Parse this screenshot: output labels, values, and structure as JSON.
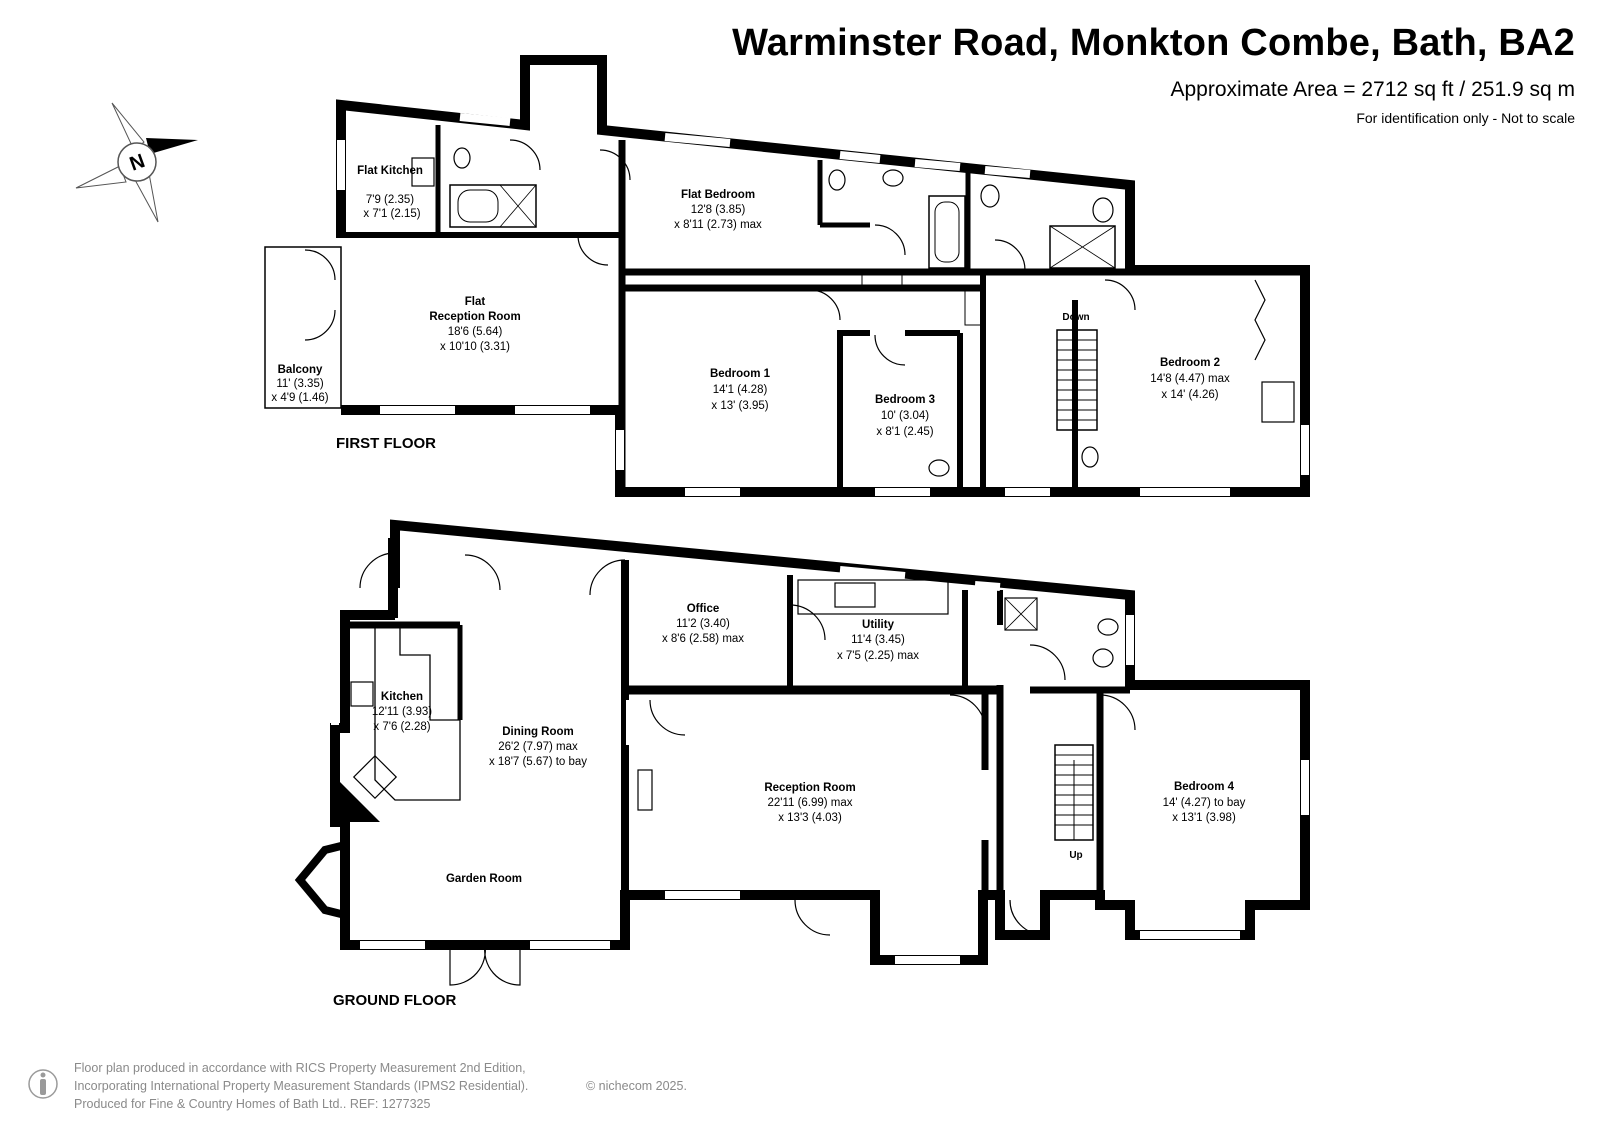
{
  "header": {
    "title": "Warminster Road, Monkton Combe, Bath, BA2",
    "area": "Approximate Area = 2712 sq ft / 251.9 sq m",
    "note": "For identification only - Not to scale"
  },
  "compass": {
    "label": "N"
  },
  "floors": {
    "first": "FIRST FLOOR",
    "ground": "GROUND FLOOR"
  },
  "rooms": {
    "flat_kitchen": {
      "name": "Flat Kitchen",
      "line1": "7'9 (2.35)",
      "line2": "x 7'1 (2.15)"
    },
    "flat_bedroom": {
      "name": "Flat Bedroom",
      "line1": "12'8 (3.85)",
      "line2": "x 8'11 (2.73) max"
    },
    "flat_reception": {
      "name1": "Flat",
      "name2": "Reception Room",
      "line1": "18'6 (5.64)",
      "line2": "x 10'10 (3.31)"
    },
    "balcony": {
      "name": "Balcony",
      "line1": "11' (3.35)",
      "line2": "x 4'9 (1.46)"
    },
    "bedroom1": {
      "name": "Bedroom 1",
      "line1": "14'1 (4.28)",
      "line2": "x 13' (3.95)"
    },
    "bedroom3": {
      "name": "Bedroom 3",
      "line1": "10' (3.04)",
      "line2": "x 8'1 (2.45)"
    },
    "bedroom2": {
      "name": "Bedroom 2",
      "line1": "14'8 (4.47) max",
      "line2": "x 14' (4.26)"
    },
    "office": {
      "name": "Office",
      "line1": "11'2 (3.40)",
      "line2": "x 8'6 (2.58) max"
    },
    "utility": {
      "name": "Utility",
      "line1": "11'4 (3.45)",
      "line2": "x 7'5 (2.25) max"
    },
    "kitchen": {
      "name": "Kitchen",
      "line1": "12'11 (3.93)",
      "line2": "x 7'6 (2.28)"
    },
    "dining": {
      "name": "Dining Room",
      "line1": "26'2 (7.97) max",
      "line2": "x 18'7 (5.67) to bay"
    },
    "garden": {
      "name": "Garden Room"
    },
    "reception": {
      "name": "Reception Room",
      "line1": "22'11 (6.99) max",
      "line2": "x 13'3 (4.03)"
    },
    "bedroom4": {
      "name": "Bedroom 4",
      "line1": "14' (4.27) to bay",
      "line2": "x 13'1 (3.98)"
    }
  },
  "stairs": {
    "down": "Down",
    "up": "Up"
  },
  "footer": {
    "line1": "Floor plan produced in accordance with RICS Property Measurement 2nd Edition,",
    "line2": "Incorporating International Property Measurement Standards (IPMS2 Residential).",
    "line3": "Produced for Fine & Country Homes of Bath Ltd..  REF: 1277325",
    "copyright": "© nichecom 2025."
  }
}
